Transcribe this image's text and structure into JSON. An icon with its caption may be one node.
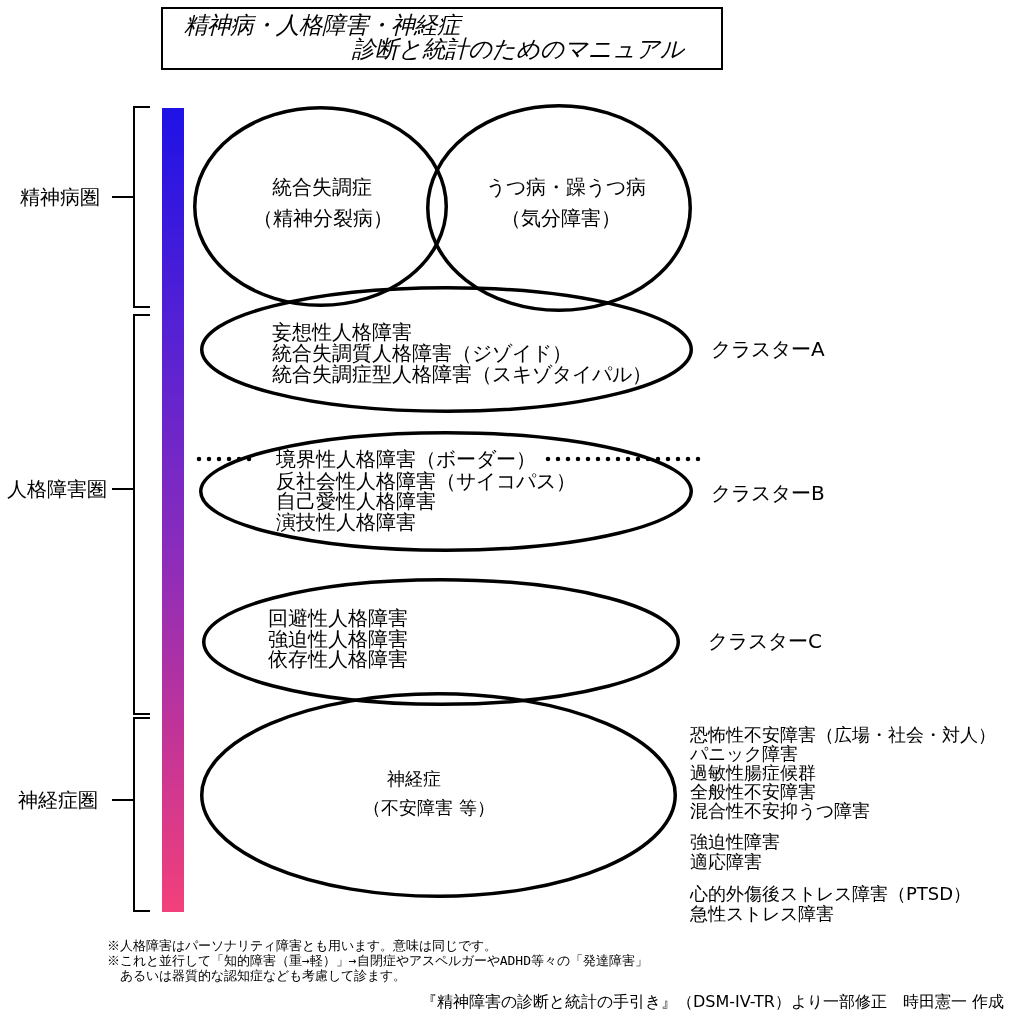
{
  "diagram": {
    "title": "精神病・人格障害・神経症診断と統計のためのマニュアル",
    "nodes": [
      {
        "text": [],
        "shape": "bar"
      },
      {
        "text": [
          "統合失調症",
          "（精神分裂病）"
        ]
      },
      {
        "text": [
          "うつ病・躁うつ病",
          "（気分障害）"
        ]
      },
      {
        "text": [
          "妄想性人格障害",
          "統合失調質人格障害（ジゾイド）",
          "統合失調症型人格障害（スキゾタイパル）"
        ],
        "beside": [
          "クラスターA"
        ]
      },
      {
        "text": [
          "境界性人格障害（ボーダー）",
          "反社会性人格障害（サイコパス）",
          "自己愛性人格障害",
          "演技性人格障害"
        ],
        "beside": [
          "クラスターB"
        ]
      },
      {
        "text": [
          "回避性人格障害",
          "強迫性人格障害",
          "依存性人格障害"
        ],
        "beside": [
          "クラスターC"
        ]
      },
      {
        "text": [
          "神経症",
          "（不安障害 等）"
        ],
        "beside": [
          "恐怖性不安障害（広場・社会・対人）",
          "パニック障害",
          "過敏性腸症候群",
          "全般性不安障害",
          "混合性不安抑うつ障害",
          "強迫性障害",
          "適応障害",
          "心的外傷後ストレス障害（PTSD）",
          "急性ストレス障害"
        ]
      }
    ],
    "labels": [
      "精神病圏",
      "人格障害圏",
      "神経症圏",
      "※人格障害はパーソナリティ障害とも用います。意味は同じです。",
      "※これと並行して「知的障害（重→軽）」→自閉症やアスペルガーやADHD等々の「発達障害」あるいは器質的な認知症なども考慮して診ます。",
      "『精神障害の診断と統計の手引き』（DSM-IV-TR）より一部修正　時田憲一 作成"
    ]
  }
}
